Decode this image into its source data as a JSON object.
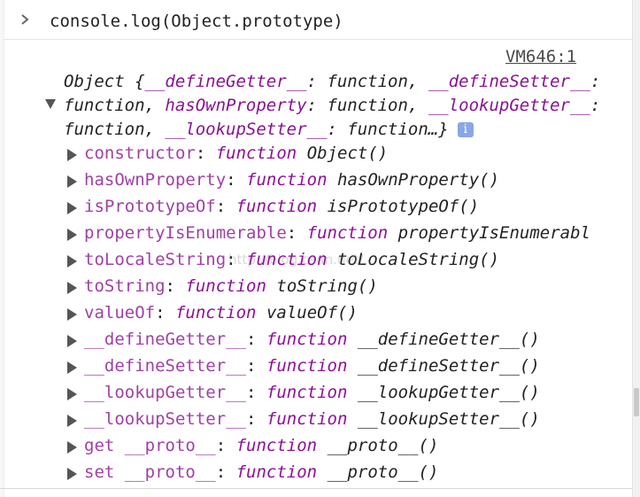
{
  "console": {
    "input": "console.log(Object.prototype)",
    "source_link": "VM646:1"
  },
  "summary": {
    "lines": [
      [
        {
          "t": "Object {",
          "k": false
        },
        {
          "t": "__defineGetter__",
          "k": true
        },
        {
          "t": ": function, ",
          "k": false
        },
        {
          "t": "__defineSetter__",
          "k": true
        },
        {
          "t": ":",
          "k": false
        }
      ],
      [
        {
          "t": "function, ",
          "k": false
        },
        {
          "t": "hasOwnProperty",
          "k": true
        },
        {
          "t": ": function, ",
          "k": false
        },
        {
          "t": "__lookupGetter__",
          "k": true
        },
        {
          "t": ":",
          "k": false
        }
      ],
      [
        {
          "t": "function, ",
          "k": false
        },
        {
          "t": "__lookupSetter__",
          "k": true
        },
        {
          "t": ": function…}",
          "k": false
        }
      ]
    ],
    "info_badge": "i"
  },
  "properties": [
    {
      "key": "constructor",
      "keyword": "function",
      "value": "Object()"
    },
    {
      "key": "hasOwnProperty",
      "keyword": "function",
      "value": "hasOwnProperty()"
    },
    {
      "key": "isPrototypeOf",
      "keyword": "function",
      "value": "isPrototypeOf()"
    },
    {
      "key": "propertyIsEnumerable",
      "keyword": "function",
      "value": "propertyIsEnumerabl"
    },
    {
      "key": "toLocaleString",
      "keyword": "function",
      "value": "toLocaleString()"
    },
    {
      "key": "toString",
      "keyword": "function",
      "value": "toString()"
    },
    {
      "key": "valueOf",
      "keyword": "function",
      "value": "valueOf()"
    },
    {
      "key": "__defineGetter__",
      "keyword": "function",
      "value": "__defineGetter__()"
    },
    {
      "key": "__defineSetter__",
      "keyword": "function",
      "value": "__defineSetter__()"
    },
    {
      "key": "__lookupGetter__",
      "keyword": "function",
      "value": "__lookupGetter__()"
    },
    {
      "key": "__lookupSetter__",
      "keyword": "function",
      "value": "__lookupSetter__()"
    },
    {
      "key": "get __proto__",
      "keyword": "function",
      "value": "__proto__()"
    },
    {
      "key": "set __proto__",
      "keyword": "function",
      "value": "__proto__()"
    }
  ],
  "watermark": "http://blog.csdn.net/...",
  "colors": {
    "property_key": "#a040a6",
    "function_keyword": "#8f0f98",
    "info_badge": "#8aa6e6"
  },
  "icons": {
    "prompt": "chevron-right-icon",
    "expanded": "triangle-down-icon",
    "collapsed": "triangle-right-icon",
    "info": "info-icon"
  }
}
